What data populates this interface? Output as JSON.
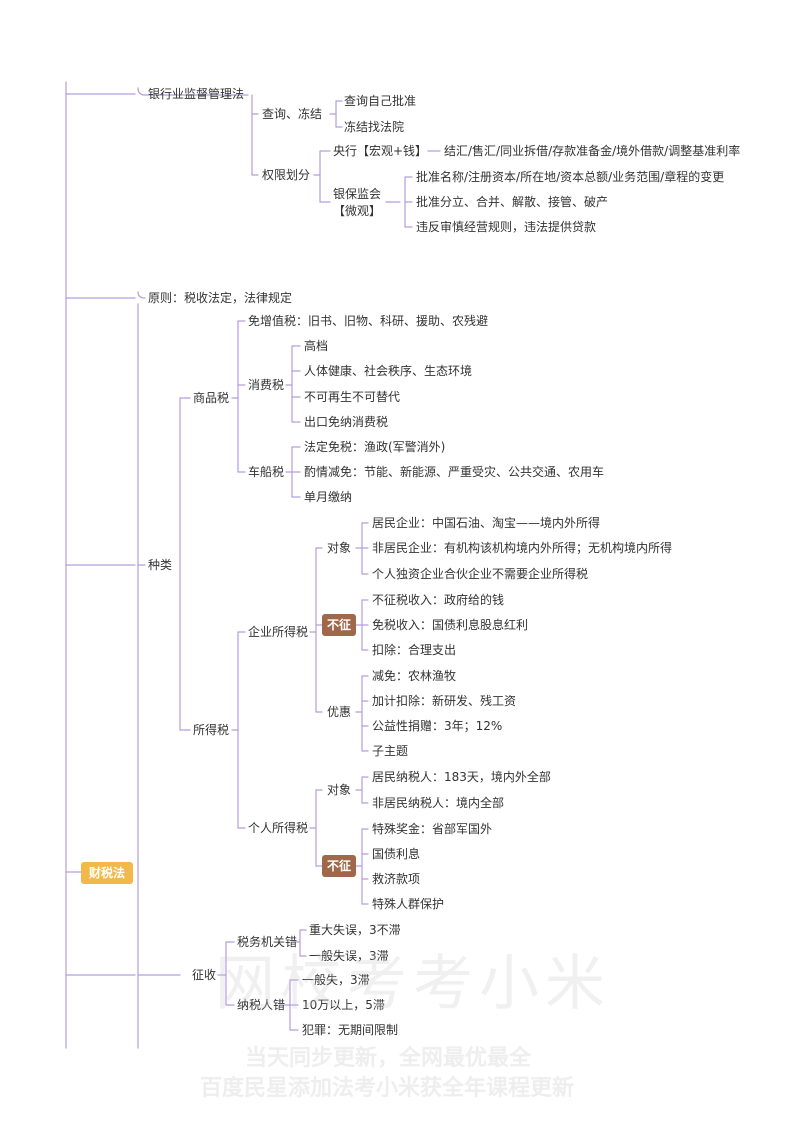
{
  "root": {
    "label": "财税法",
    "color": "#f2b84b"
  },
  "tag_color": "#a0684a",
  "line_color": "#b39ddb",
  "section_top": {
    "law": "银行业监督管理法",
    "freeze": "查询、冻结",
    "freeze_items": [
      "查询自己批准",
      "冻结找法院"
    ],
    "authority": "权限划分",
    "central_bank": "央行【宏观+钱】",
    "central_bank_items": "结汇/售汇/同业拆借/存款准备金/境外借款/调整基准利率",
    "cbirc_1": "银保监会",
    "cbirc_2": "【微观】",
    "cbirc_items": [
      "批准名称/注册资本/所在地/资本总额/业务范围/章程的变更",
      "批准分立、合并、解散、接管、破产",
      "违反审慎经营规则，违法提供贷款"
    ]
  },
  "section_tax": {
    "principle": "原则：税收法定，法律规定",
    "types": "种类",
    "goods_tax": "商品税",
    "vat_exempt": "免增值税：旧书、旧物、科研、援助、农残避",
    "consumption_tax": "消费税",
    "consumption_items": [
      "高档",
      "人体健康、社会秩序、生态环境",
      "不可再生不可替代",
      "出口免纳消费税"
    ],
    "vehicle_tax": "车船税",
    "vehicle_items": [
      "法定免税：渔政(军警消外)",
      "酌情减免：节能、新能源、严重受灾、公共交通、农用车",
      "单月缴纳"
    ],
    "income_tax": "所得税",
    "corp_tax": "企业所得税",
    "object": "对象",
    "corp_object_items": [
      "居民企业：中国石油、淘宝——境内外所得",
      "非居民企业：有机构该机构境内外所得；无机构境内所得",
      "个人独资企业合伙企业不需要企业所得税"
    ],
    "not_levied": "不征",
    "corp_not_levied_items": [
      "不征税收入：政府给的钱",
      "免税收入：国债利息股息红利",
      "扣除：合理支出"
    ],
    "preferential": "优惠",
    "corp_pref_items": [
      "减免：农林渔牧",
      "加计扣除：新研发、残工资",
      "公益性捐赠：3年；12%",
      "子主题"
    ],
    "personal_tax": "个人所得税",
    "personal_object_items": [
      "居民纳税人：183天，境内外全部",
      "非居民纳税人：境内全部"
    ],
    "personal_not_levied_items": [
      "特殊奖金：省部军国外",
      "国债利息",
      "救济款项",
      "特殊人群保护"
    ],
    "collection": "征收",
    "agency_fault": "税务机关错",
    "agency_fault_items": [
      "重大失误，3不滞",
      "一般失误，3滞"
    ],
    "taxpayer_fault": "纳税人错",
    "taxpayer_fault_items": [
      "一般失，3滞",
      "10万以上，5滞",
      "犯罪：无期间限制"
    ]
  },
  "watermark": {
    "big": "网校考考小米",
    "line1": "当天同步更新，全网最优最全",
    "line2": "百度民星添加法考小米获全年课程更新"
  }
}
